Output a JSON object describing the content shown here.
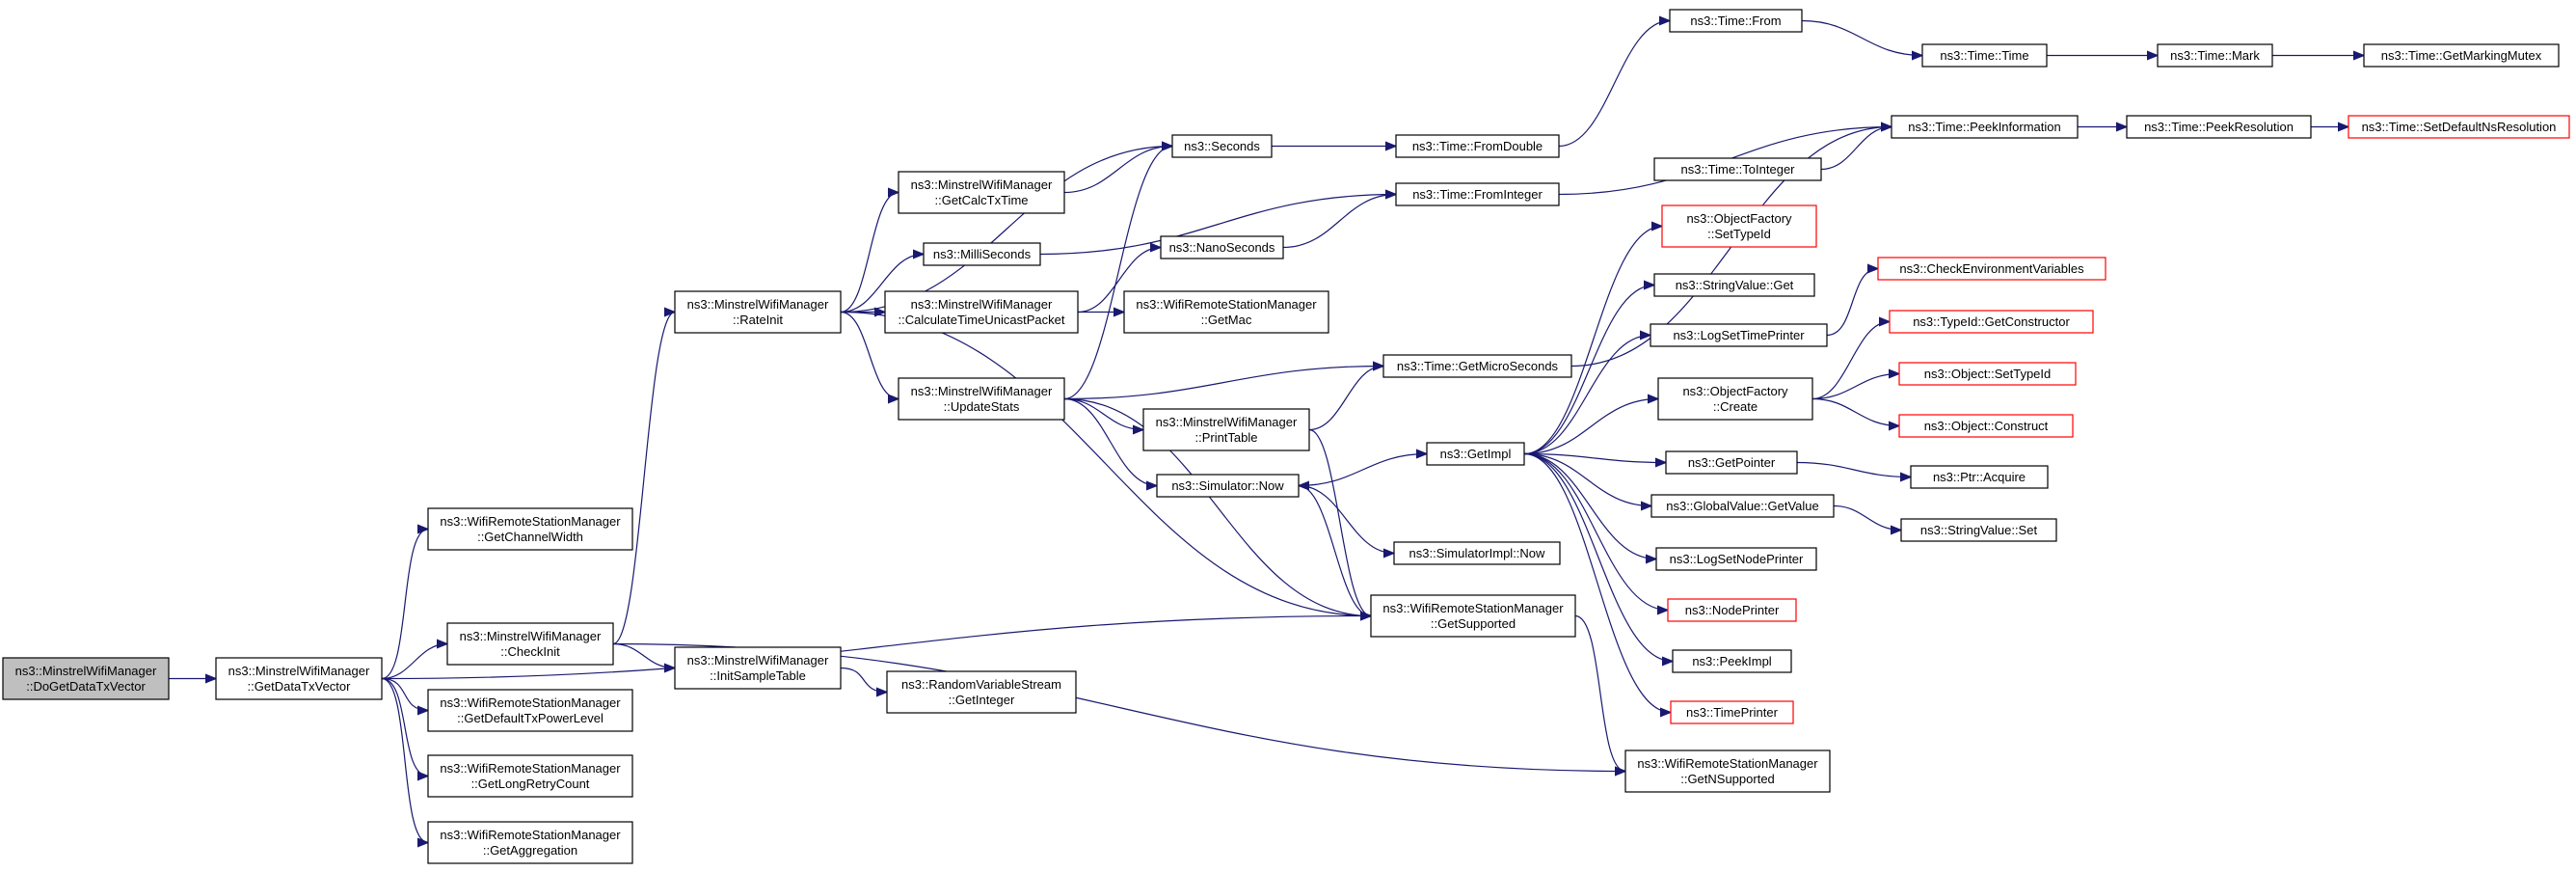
{
  "graph": {
    "nodes": [
      {
        "id": "root",
        "lines": [
          "ns3::MinstrelWifiManager",
          "::DoGetDataTxVector"
        ],
        "style": "root"
      },
      {
        "id": "getdatatx",
        "lines": [
          "ns3::MinstrelWifiManager",
          "::GetDataTxVector"
        ],
        "style": "normal"
      },
      {
        "id": "getchannelwidth",
        "lines": [
          "ns3::WifiRemoteStationManager",
          "::GetChannelWidth"
        ],
        "style": "normal"
      },
      {
        "id": "checkinit",
        "lines": [
          "ns3::MinstrelWifiManager",
          "::CheckInit"
        ],
        "style": "normal"
      },
      {
        "id": "getdefaulttx",
        "lines": [
          "ns3::WifiRemoteStationManager",
          "::GetDefaultTxPowerLevel"
        ],
        "style": "normal"
      },
      {
        "id": "getlongretry",
        "lines": [
          "ns3::WifiRemoteStationManager",
          "::GetLongRetryCount"
        ],
        "style": "normal"
      },
      {
        "id": "getaggregation",
        "lines": [
          "ns3::WifiRemoteStationManager",
          "::GetAggregation"
        ],
        "style": "normal"
      },
      {
        "id": "rateinit",
        "lines": [
          "ns3::MinstrelWifiManager",
          "::RateInit"
        ],
        "style": "normal"
      },
      {
        "id": "initsample",
        "lines": [
          "ns3::MinstrelWifiManager",
          "::InitSampleTable"
        ],
        "style": "normal"
      },
      {
        "id": "getcalctx",
        "lines": [
          "ns3::MinstrelWifiManager",
          "::GetCalcTxTime"
        ],
        "style": "normal"
      },
      {
        "id": "milliseconds",
        "lines": [
          "ns3::MilliSeconds"
        ],
        "style": "normal"
      },
      {
        "id": "calctime",
        "lines": [
          "ns3::MinstrelWifiManager",
          "::CalculateTimeUnicastPacket"
        ],
        "style": "normal"
      },
      {
        "id": "updatestats",
        "lines": [
          "ns3::MinstrelWifiManager",
          "::UpdateStats"
        ],
        "style": "normal"
      },
      {
        "id": "randomvar",
        "lines": [
          "ns3::RandomVariableStream",
          "::GetInteger"
        ],
        "style": "normal"
      },
      {
        "id": "seconds",
        "lines": [
          "ns3::Seconds"
        ],
        "style": "normal"
      },
      {
        "id": "nanoseconds",
        "lines": [
          "ns3::NanoSeconds"
        ],
        "style": "normal"
      },
      {
        "id": "getmac",
        "lines": [
          "ns3::WifiRemoteStationManager",
          "::GetMac"
        ],
        "style": "normal"
      },
      {
        "id": "printtable",
        "lines": [
          "ns3::MinstrelWifiManager",
          "::PrintTable"
        ],
        "style": "normal"
      },
      {
        "id": "simnow",
        "lines": [
          "ns3::Simulator::Now"
        ],
        "style": "normal"
      },
      {
        "id": "simimplnow",
        "lines": [
          "ns3::SimulatorImpl::Now"
        ],
        "style": "normal"
      },
      {
        "id": "getsupported",
        "lines": [
          "ns3::WifiRemoteStationManager",
          "::GetSupported"
        ],
        "style": "normal"
      },
      {
        "id": "fromdouble",
        "lines": [
          "ns3::Time::FromDouble"
        ],
        "style": "normal"
      },
      {
        "id": "frominteger",
        "lines": [
          "ns3::Time::FromInteger"
        ],
        "style": "normal"
      },
      {
        "id": "getmicro",
        "lines": [
          "ns3::Time::GetMicroSeconds"
        ],
        "style": "normal"
      },
      {
        "id": "getimpl",
        "lines": [
          "ns3::GetImpl"
        ],
        "style": "normal"
      },
      {
        "id": "getnsupported",
        "lines": [
          "ns3::WifiRemoteStationManager",
          "::GetNSupported"
        ],
        "style": "normal"
      },
      {
        "id": "timefrom",
        "lines": [
          "ns3::Time::From"
        ],
        "style": "normal"
      },
      {
        "id": "tointeger",
        "lines": [
          "ns3::Time::ToInteger"
        ],
        "style": "normal"
      },
      {
        "id": "objfactsettype",
        "lines": [
          "ns3::ObjectFactory",
          "::SetTypeId"
        ],
        "style": "red"
      },
      {
        "id": "stringvalueget",
        "lines": [
          "ns3::StringValue::Get"
        ],
        "style": "normal"
      },
      {
        "id": "logsettime",
        "lines": [
          "ns3::LogSetTimePrinter"
        ],
        "style": "normal"
      },
      {
        "id": "objfactcreate",
        "lines": [
          "ns3::ObjectFactory",
          "::Create"
        ],
        "style": "normal"
      },
      {
        "id": "getpointer",
        "lines": [
          "ns3::GetPointer"
        ],
        "style": "normal"
      },
      {
        "id": "globalvalue",
        "lines": [
          "ns3::GlobalValue::GetValue"
        ],
        "style": "normal"
      },
      {
        "id": "logsetnode",
        "lines": [
          "ns3::LogSetNodePrinter"
        ],
        "style": "normal"
      },
      {
        "id": "nodeprinter",
        "lines": [
          "ns3::NodePrinter"
        ],
        "style": "red"
      },
      {
        "id": "peekimpl",
        "lines": [
          "ns3::PeekImpl"
        ],
        "style": "normal"
      },
      {
        "id": "timeprinter",
        "lines": [
          "ns3::TimePrinter"
        ],
        "style": "red"
      },
      {
        "id": "timetime",
        "lines": [
          "ns3::Time::Time"
        ],
        "style": "normal"
      },
      {
        "id": "peekinfo",
        "lines": [
          "ns3::Time::PeekInformation"
        ],
        "style": "normal"
      },
      {
        "id": "checkenv",
        "lines": [
          "ns3::CheckEnvironmentVariables"
        ],
        "style": "red"
      },
      {
        "id": "typeidgetctor",
        "lines": [
          "ns3::TypeId::GetConstructor"
        ],
        "style": "red"
      },
      {
        "id": "objsettype",
        "lines": [
          "ns3::Object::SetTypeId"
        ],
        "style": "red"
      },
      {
        "id": "objconstruct",
        "lines": [
          "ns3::Object::Construct"
        ],
        "style": "red"
      },
      {
        "id": "ptracquire",
        "lines": [
          "ns3::Ptr::Acquire"
        ],
        "style": "normal"
      },
      {
        "id": "stringvalueset",
        "lines": [
          "ns3::StringValue::Set"
        ],
        "style": "normal"
      },
      {
        "id": "timemark",
        "lines": [
          "ns3::Time::Mark"
        ],
        "style": "normal"
      },
      {
        "id": "peekres",
        "lines": [
          "ns3::Time::PeekResolution"
        ],
        "style": "normal"
      },
      {
        "id": "getmarkingmutex",
        "lines": [
          "ns3::Time::GetMarkingMutex"
        ],
        "style": "normal"
      },
      {
        "id": "setdefaultns",
        "lines": [
          "ns3::Time::SetDefaultNsResolution"
        ],
        "style": "red"
      }
    ],
    "edges": [
      [
        "root",
        "getdatatx"
      ],
      [
        "getdatatx",
        "getchannelwidth"
      ],
      [
        "getdatatx",
        "checkinit"
      ],
      [
        "getdatatx",
        "getdefaulttx"
      ],
      [
        "getdatatx",
        "getlongretry"
      ],
      [
        "getdatatx",
        "getaggregation"
      ],
      [
        "getdatatx",
        "getsupported"
      ],
      [
        "checkinit",
        "rateinit"
      ],
      [
        "checkinit",
        "initsample"
      ],
      [
        "checkinit",
        "getnsupported"
      ],
      [
        "rateinit",
        "seconds"
      ],
      [
        "rateinit",
        "getcalctx"
      ],
      [
        "rateinit",
        "milliseconds"
      ],
      [
        "rateinit",
        "calctime"
      ],
      [
        "rateinit",
        "updatestats"
      ],
      [
        "rateinit",
        "getsupported"
      ],
      [
        "initsample",
        "randomvar"
      ],
      [
        "getcalctx",
        "seconds"
      ],
      [
        "milliseconds",
        "frominteger"
      ],
      [
        "calctime",
        "nanoseconds"
      ],
      [
        "calctime",
        "getmac"
      ],
      [
        "updatestats",
        "seconds"
      ],
      [
        "updatestats",
        "getmicro"
      ],
      [
        "updatestats",
        "printtable"
      ],
      [
        "updatestats",
        "simnow"
      ],
      [
        "updatestats",
        "getsupported"
      ],
      [
        "printtable",
        "getmicro"
      ],
      [
        "printtable",
        "getsupported"
      ],
      [
        "simnow",
        "getimpl"
      ],
      [
        "simnow",
        "simimplnow"
      ],
      [
        "getsupported",
        "simnow"
      ],
      [
        "getsupported",
        "getnsupported"
      ],
      [
        "seconds",
        "fromdouble"
      ],
      [
        "nanoseconds",
        "frominteger"
      ],
      [
        "fromdouble",
        "timefrom"
      ],
      [
        "frominteger",
        "peekinfo"
      ],
      [
        "getmicro",
        "peekinfo"
      ],
      [
        "timefrom",
        "timetime"
      ],
      [
        "getimpl",
        "objfactsettype"
      ],
      [
        "getimpl",
        "stringvalueget"
      ],
      [
        "getimpl",
        "logsettime"
      ],
      [
        "getimpl",
        "objfactcreate"
      ],
      [
        "getimpl",
        "getpointer"
      ],
      [
        "getimpl",
        "globalvalue"
      ],
      [
        "getimpl",
        "logsetnode"
      ],
      [
        "getimpl",
        "nodeprinter"
      ],
      [
        "getimpl",
        "peekimpl"
      ],
      [
        "getimpl",
        "timeprinter"
      ],
      [
        "logsettime",
        "checkenv"
      ],
      [
        "objfactcreate",
        "typeidgetctor"
      ],
      [
        "objfactcreate",
        "objsettype"
      ],
      [
        "objfactcreate",
        "objconstruct"
      ],
      [
        "getpointer",
        "ptracquire"
      ],
      [
        "globalvalue",
        "stringvalueset"
      ],
      [
        "tointeger",
        "peekinfo"
      ],
      [
        "timetime",
        "timemark"
      ],
      [
        "peekinfo",
        "peekres"
      ],
      [
        "timemark",
        "getmarkingmutex"
      ],
      [
        "peekres",
        "setdefaultns"
      ]
    ]
  }
}
